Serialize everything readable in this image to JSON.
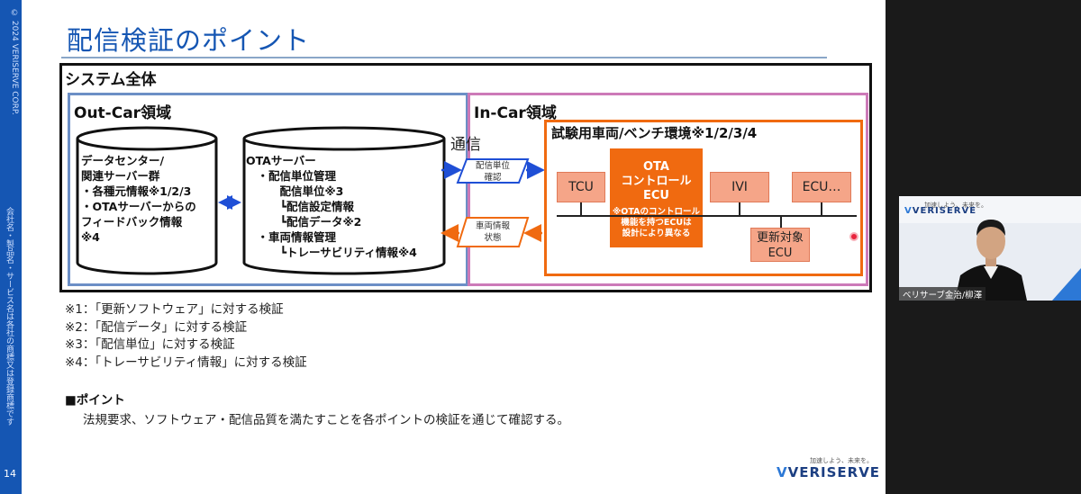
{
  "slide": {
    "title": "配信検証のポイント",
    "copyright": "© 2024 VERISERVE CORP.",
    "side_note": "会社名・製品名・サービス名は各社の商標又は登録商標です",
    "page_number": "14",
    "brand": "VERISERVE",
    "tagline": "加速しよう、未来を。",
    "accent_color": "#1556b3"
  },
  "diagram": {
    "system_label": "システム全体",
    "outcar_label": "Out-Car領域",
    "incar_label": "In-Car領域",
    "comm_label": "通信",
    "datacenter_lines": "データセンター/\n関連サーバー群\n・各種元情報※1/2/3\n・OTAサーバーからの\nフィードバック情報\n※4",
    "ota_server_lines": "OTAサーバー\n　・配信単位管理\n　　　配信単位※3\n　　　┗配信設定情報\n　　　┗配信データ※2\n　・車両情報管理\n　　　┗トレーサビリティ情報※4",
    "para_top": "配信単位\n確認",
    "para_bottom": "車両情報\n状態",
    "test_env_label": "試験用車両/ベンチ環境※1/2/3/4",
    "tcu": "TCU",
    "ota_ecu_main": "OTA\nコントロール\nECU",
    "ota_ecu_sub": "※OTAのコントロール\n機能を持つECUは\n設計により異なる",
    "ivi": "IVI",
    "ecu_etc": "ECU…",
    "update_target": "更新対象\nECU"
  },
  "notes": {
    "items": [
      "※1：「更新ソフトウェア」に対する検証",
      "※2：「配信データ」に対する検証",
      "※3：「配信単位」に対する検証",
      "※4：「トレーサビリティ情報」に対する検証"
    ],
    "point_heading": "■ポイント",
    "point_body": "法規要求、ソフトウェア・配信品質を満たすことを各ポイントの検証を通じて確認する。"
  },
  "video": {
    "name": "ベリサーブ金治/柳澤",
    "brand": "VERISERVE",
    "tagline": "加速しよう、未来を。"
  }
}
